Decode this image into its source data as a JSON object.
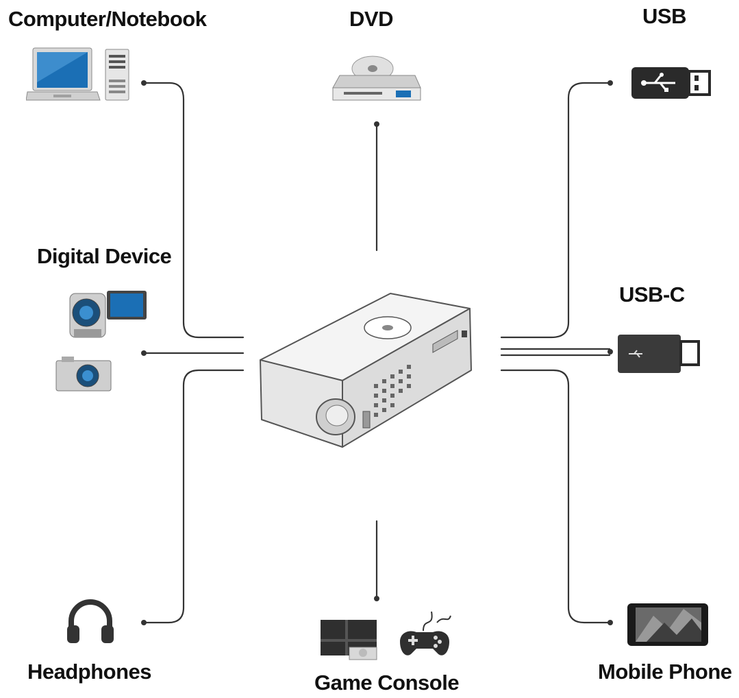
{
  "devices": {
    "computer": "Computer/Notebook",
    "dvd": "DVD",
    "usb": "USB",
    "digital": "Digital Device",
    "usbc": "USB-C",
    "headphones": "Headphones",
    "game": "Game Console",
    "mobile": "Mobile Phone"
  },
  "colors": {
    "line": "#333333",
    "screen": "#1b6fb5",
    "projector_body": "#f2f2f2",
    "device_dark": "#2a2a2a"
  }
}
